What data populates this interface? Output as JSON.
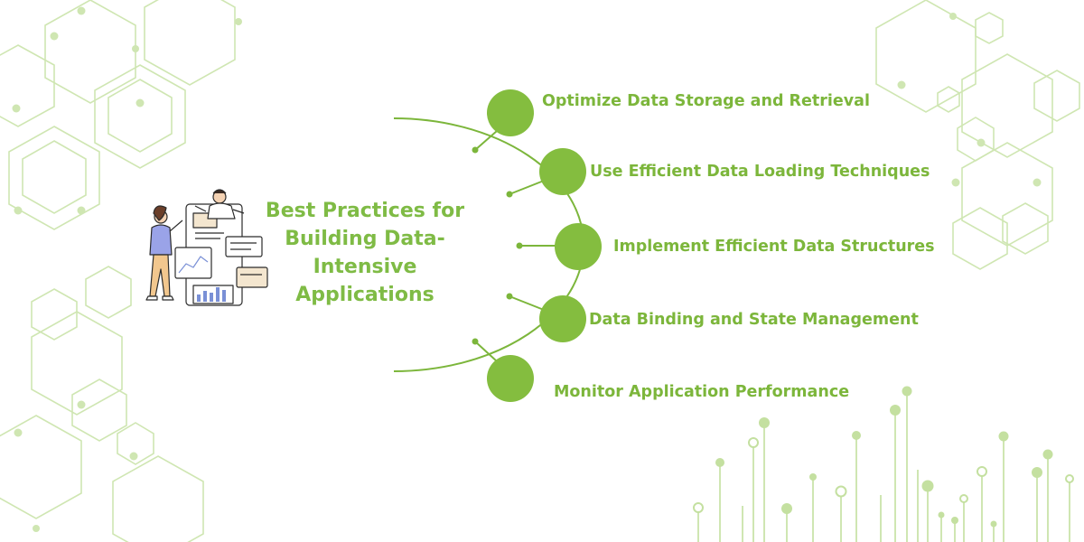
{
  "title": {
    "lines": [
      "Best Practices for",
      "Building Data-",
      "Intensive",
      "Applications"
    ]
  },
  "branches": [
    {
      "label": "Optimize Data Storage and Retrieval"
    },
    {
      "label": "Use Efficient Data Loading Techniques"
    },
    {
      "label": "Implement Efficient Data Structures"
    },
    {
      "label": "Data Binding and State Management"
    },
    {
      "label": "Monitor Application Performance"
    }
  ],
  "colors": {
    "accent": "#84bd3f",
    "text": "#7cb63b",
    "decor": "#c9e3a8"
  },
  "illustration": {
    "icon": "people-with-dashboard-icon"
  }
}
